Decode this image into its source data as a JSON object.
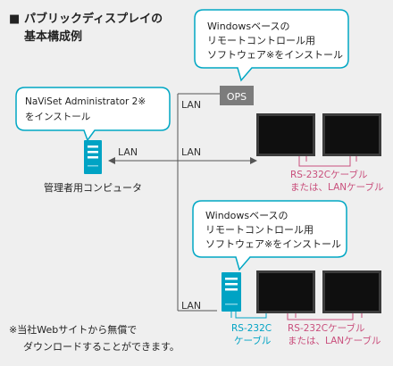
{
  "title": {
    "square_mark": "■",
    "line1": "パブリックディスプレイの",
    "line2": "基本構成例"
  },
  "callouts": {
    "ops_software": [
      "Windowsベースの",
      "リモートコントロール用",
      "ソフトウェア※をインストール"
    ],
    "admin_software": [
      "NaViSet Administrator 2※",
      "をインストール"
    ],
    "pc_software": [
      "Windowsベースの",
      "リモートコントロール用",
      "ソフトウェア※をインストール"
    ]
  },
  "labels": {
    "ops": "OPS",
    "lan_ops": "LAN",
    "lan_arrow_right": "LAN",
    "lan_arrow_left": "LAN",
    "lan_bottom": "LAN",
    "admin_computer": "管理者用コンピュータ",
    "cable_top": [
      "RS-232Cケーブル",
      "または、LANケーブル"
    ],
    "cable_bottom_left": [
      "RS-232C",
      "ケーブル"
    ],
    "cable_bottom_right": [
      "RS-232Cケーブル",
      "または、LANケーブル"
    ]
  },
  "footnote": {
    "line1": "※当社Webサイトから無償で",
    "line2": "ダウンロードすることができます。"
  },
  "colors": {
    "background": "#efefef",
    "callout_border": "#00a7c4",
    "cable_pink": "#c94f7c",
    "cyan": "#00a3c4",
    "ops_box": "#7c7c7c",
    "lines": "#555555"
  }
}
